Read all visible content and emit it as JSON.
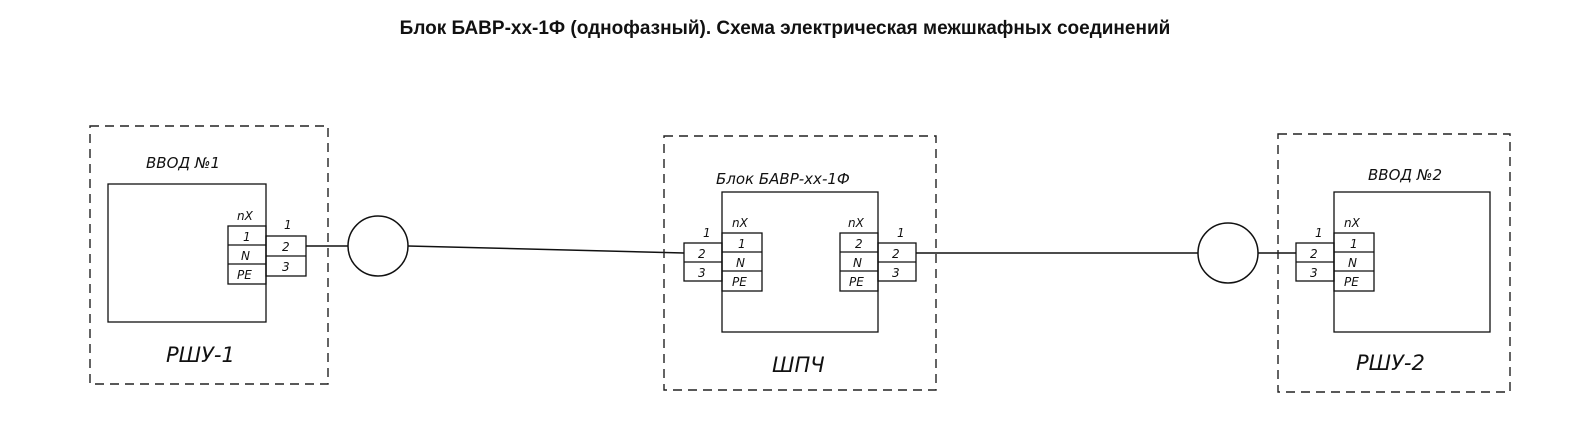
{
  "title": "Блок БАВР-хх-1Ф (однофазный). Схема электрическая межшкафных соединений",
  "cabinets": {
    "rshu1": {
      "name": "РШУ-1",
      "label": "ВВОД №1"
    },
    "shpch": {
      "name": "ШПЧ",
      "label": "Блок БАВР-хх-1Ф"
    },
    "rshu2": {
      "name": "РШУ-2",
      "label": "ВВОД №2"
    }
  },
  "terminal": {
    "header": "nX",
    "pins": [
      "1",
      "N",
      "PE"
    ],
    "wires": [
      "1",
      "2",
      "3"
    ]
  }
}
